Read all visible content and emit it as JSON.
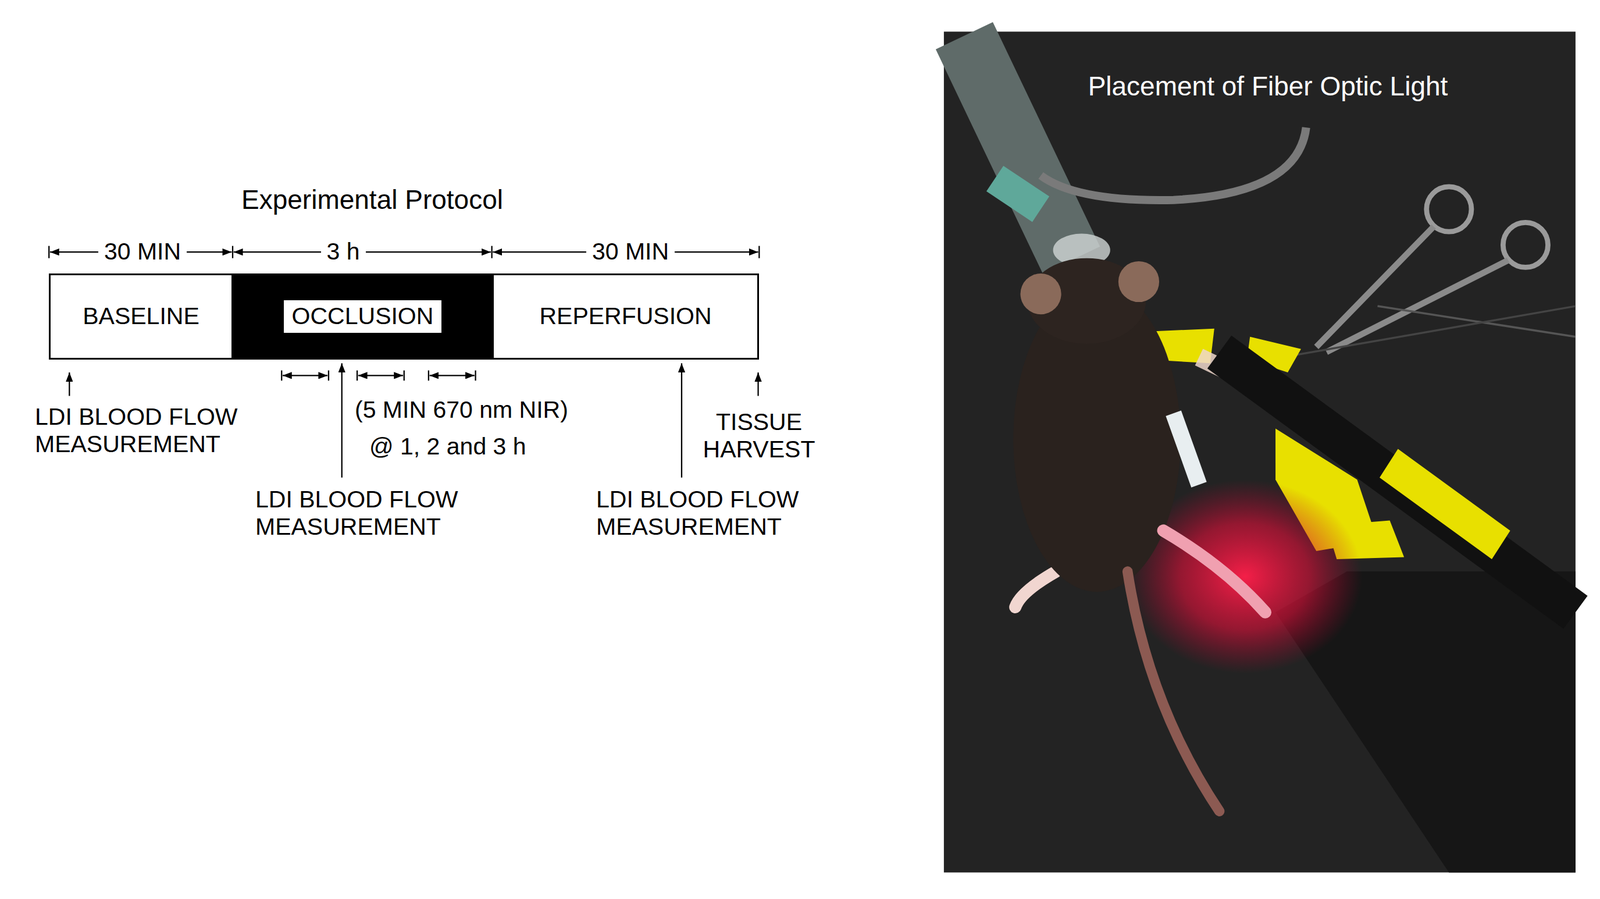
{
  "diagram": {
    "title": "Experimental Protocol",
    "nodes": [
      {
        "text": [
          "BASELINE"
        ]
      },
      {
        "text": [
          "OCCLUSION"
        ]
      },
      {
        "text": [
          "REPERFUSION"
        ]
      }
    ],
    "labels": [
      "30 MIN",
      "3 h",
      "30 MIN",
      "LDI BLOOD FLOW MEASUREMENT",
      "(5 MIN 670 nm NIR)",
      "@ 1, 2 and 3 h",
      "LDI BLOOD FLOW MEASUREMENT",
      "LDI BLOOD FLOW MEASUREMENT",
      "TISSUE HARVEST",
      "Placement of Fiber Optic Light"
    ]
  }
}
